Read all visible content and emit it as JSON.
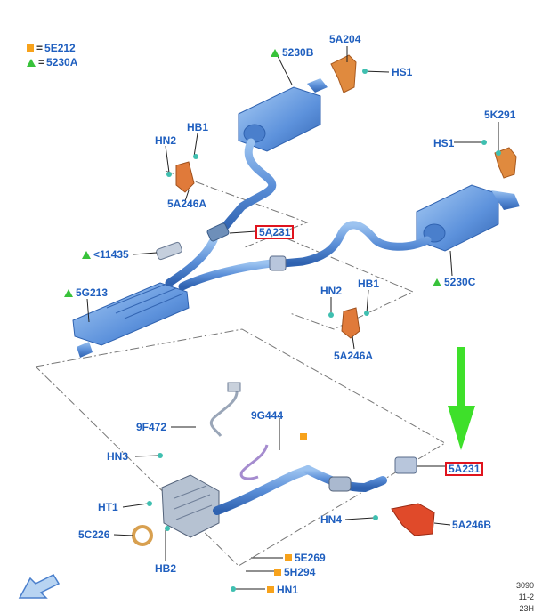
{
  "legend": {
    "square_code": "5E212",
    "triangle_code": "5230A",
    "equals": "="
  },
  "parts": {
    "p5230B": "5230B",
    "p5A204": "5A204",
    "pHS1_top": "HS1",
    "pHN2_left": "HN2",
    "pHB1_left": "HB1",
    "p5A246A_left": "5A246A",
    "p5K291": "5K291",
    "pHS1_right": "HS1",
    "p5A231_top": "5A231",
    "p11435": "<11435",
    "p5G213": "5G213",
    "p5230C": "5230C",
    "pHN2_mid": "HN2",
    "pHB1_mid": "HB1",
    "p5A246A_mid": "5A246A",
    "p9F472": "9F472",
    "p9G444": "9G444",
    "pHN3": "HN3",
    "pHT1": "HT1",
    "p5C226": "5C226",
    "pHB2": "HB2",
    "p5A231_bottom": "5A231",
    "pHN4": "HN4",
    "p5A246B": "5A246B",
    "p5E269": "5E269",
    "p5H294": "5H294",
    "pHN1": "HN1"
  },
  "image_code": {
    "line1": "3090",
    "line2": "11-2",
    "line3": "23H"
  },
  "colors": {
    "label": "#1f5fbf",
    "triangle": "#38c23a",
    "square": "#f7a21b",
    "highlight_box": "#e0141e",
    "arrow": "#3ee02a",
    "pipe": "#5b8fd8",
    "bracket": "#e07a3a"
  }
}
